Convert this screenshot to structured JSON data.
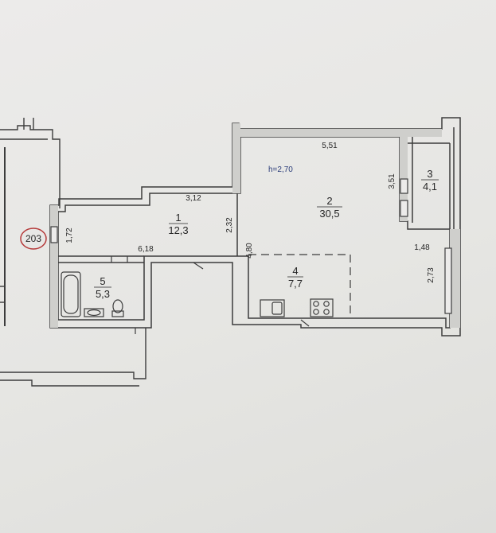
{
  "apartment_number": "203",
  "ceiling_height": "h=2,70",
  "rooms": [
    {
      "number": "1",
      "area": "12,3"
    },
    {
      "number": "2",
      "area": "30,5"
    },
    {
      "number": "3",
      "area": "4,1"
    },
    {
      "number": "4",
      "area": "7,7"
    },
    {
      "number": "5",
      "area": "5,3"
    }
  ],
  "dimensions": {
    "main_room_width": "5,51",
    "corridor_length": "3,12",
    "corridor_width": "1,72",
    "corridor_lower": "6,18",
    "corridor_partition": "2,32",
    "kitchen_partition": "4,80",
    "loggia_upper": "3,51",
    "loggia_opening": "1,48",
    "loggia_lower": "2,73"
  },
  "colors": {
    "wall": "#3c3c3c",
    "wall_fill": "#d9d9d6",
    "marker_red": "#b53a3a",
    "label_blue": "#2c3e7a"
  }
}
